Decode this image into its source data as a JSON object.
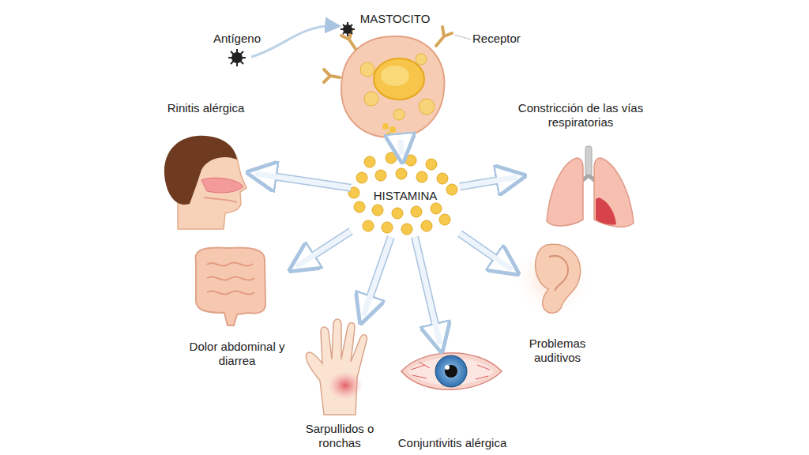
{
  "diagram": {
    "nodes": [
      {
        "text": [
          "MASTOCITO"
        ]
      },
      {
        "text": [
          "Rinitis alérgica"
        ]
      },
      {
        "text": [
          "Constricción de las vías respiratorias"
        ]
      },
      {
        "text": [
          "HISTAMINA"
        ]
      },
      {
        "text": [
          "Dolor abdominal y diarrea"
        ]
      },
      {
        "text": [
          "Problemas auditivos"
        ]
      },
      {
        "text": [
          "Sarpullidos o ronchas"
        ]
      },
      {
        "text": [
          "Conjuntivitis alérgica"
        ]
      }
    ],
    "edges": [
      {
        "from": 0,
        "to": 3,
        "arrow": "to"
      },
      {
        "from": 3,
        "to": 1,
        "arrow": "to"
      },
      {
        "from": 3,
        "to": 2,
        "arrow": "to"
      },
      {
        "from": 3,
        "to": 4,
        "arrow": "to"
      },
      {
        "from": 3,
        "to": 6,
        "arrow": "to"
      },
      {
        "from": 3,
        "to": 7,
        "arrow": "to"
      },
      {
        "from": 3,
        "to": 5,
        "arrow": "to"
      }
    ],
    "labels": [
      "Antígeno",
      "Receptor"
    ]
  }
}
